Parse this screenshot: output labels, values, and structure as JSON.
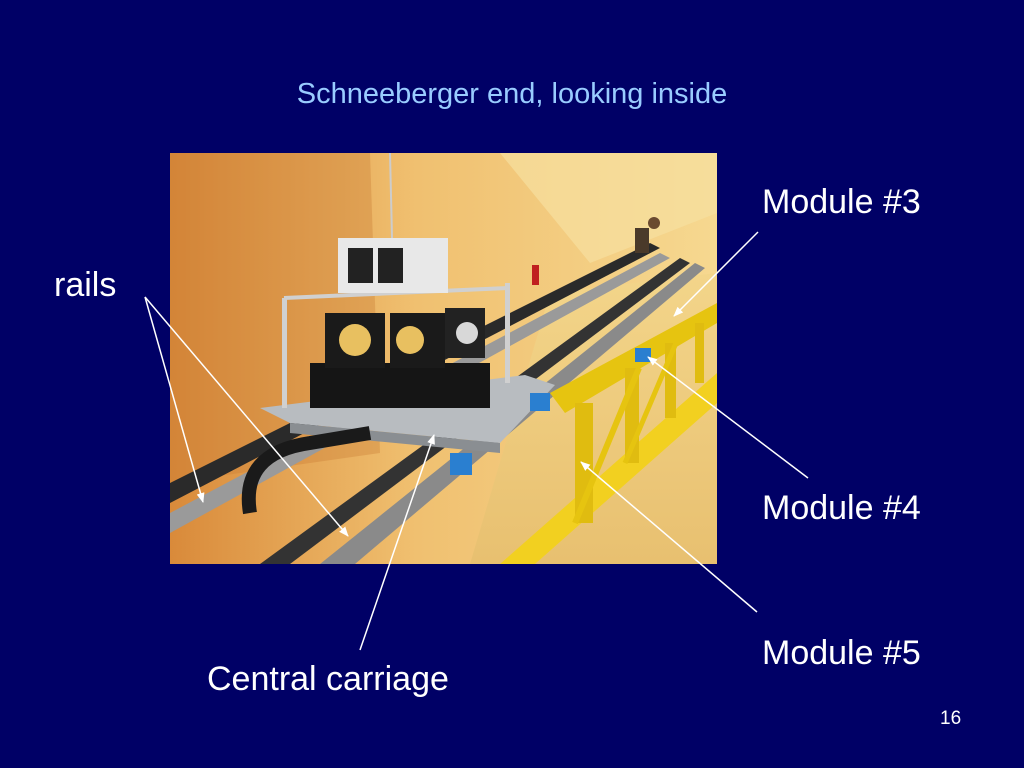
{
  "slide": {
    "title": "Schneeberger end, looking inside",
    "page_number": "16"
  },
  "labels": {
    "rails": "rails",
    "module_3": "Module #3",
    "module_4": "Module #4",
    "module_5": "Module #5",
    "central_carriage": "Central carriage"
  },
  "colors": {
    "background": "#000066",
    "title": "#99ccff",
    "text": "#ffffff",
    "callout": "#ffffff"
  }
}
